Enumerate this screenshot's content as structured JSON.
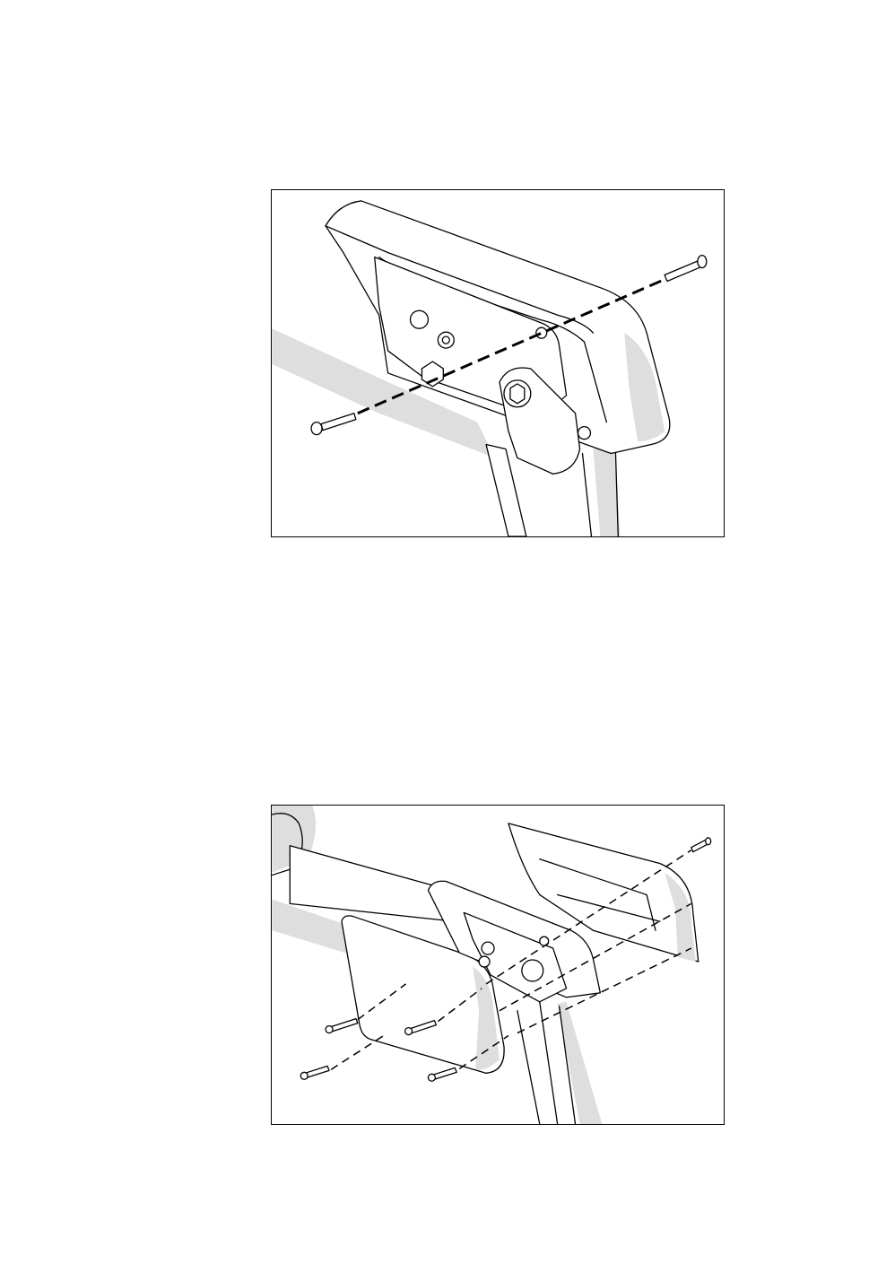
{
  "figures": [
    {
      "id": "figure-1",
      "subject": "armrest-pivot-bolt-and-nut"
    },
    {
      "id": "figure-2",
      "subject": "armrest-side-covers-and-screws"
    }
  ],
  "colors": {
    "line": "#000000",
    "shade": "#dedede",
    "background": "#ffffff"
  }
}
